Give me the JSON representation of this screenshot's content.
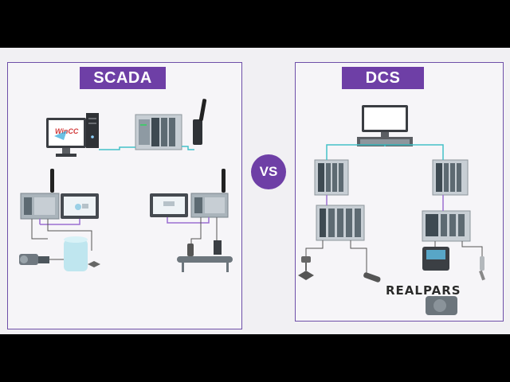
{
  "scada": {
    "title": "SCADA",
    "software_label": "WinCC"
  },
  "dcs": {
    "title": "DCS"
  },
  "vs_label": "VS",
  "brand": "REALPARS",
  "colors": {
    "accent": "#6e3fa6",
    "network": "#43c1c8",
    "field_link": "#9b6fd1"
  }
}
